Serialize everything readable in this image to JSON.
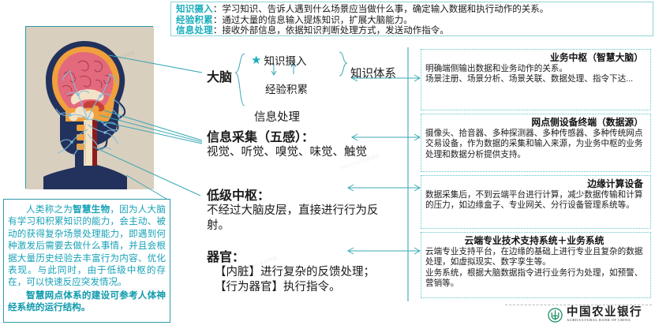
{
  "top_definitions": [
    {
      "term": "知识摄入",
      "text": "学习知识、告诉人遇到什么场景应当做什么事，确定输入数据和执行动作的关系。"
    },
    {
      "term": "经验积累",
      "text": "通过大量的信息输入提炼知识，扩展大脑能力。"
    },
    {
      "term": "信息处理",
      "text": "接收外部信息，依据知识判断处理方式，发送动作指令。"
    }
  ],
  "middle": {
    "brain_label": "大脑",
    "brace_items": [
      {
        "label": "知识摄入",
        "starred": true
      },
      {
        "label": "经验积累",
        "starred": false
      },
      {
        "label": "信息处理",
        "starred": false
      }
    ],
    "knowledge_system": "知识体系",
    "sense": {
      "head": "信息采集（五感）：",
      "body": "视觉、听觉、嗅觉、味觉、触觉"
    },
    "low_center": {
      "head": "低级中枢：",
      "body": "不经过大脑皮层，直接进行行为反射。"
    },
    "organ": {
      "head": "器官：",
      "line1": "【内脏】进行复杂的反馈处理；",
      "line2": "【行为器官】执行指令。"
    }
  },
  "right_boxes": [
    {
      "title": "业务中枢（智慧大脑）",
      "body": "明确端侧输出数据和业务动作的关系。\n场景注册、场景分析、场景关联、数据处理、指令下达..."
    },
    {
      "title": "网点侧设备终端（数据源）",
      "body": "摄像头、拾音器、多种探测器、多种传感器、多种传统网点交易设备，作为数据的采集和输入来源，为业务中枢的业务处理和数据分析提供支持。"
    },
    {
      "title": "边缘计算设备",
      "body": "数据采集后，不到云端平台进行计算，减少数据传输和计算的压力，如边缘盒子、专业网关、分行设备管理系统等。"
    },
    {
      "title": "云端专业技术支持系统＋业务系统",
      "body": "云端专业支持平台，在边缘的基础上进行专业且复杂的数据处理，如虚拟现实、数字孪生等。\n业务系统，根据大脑数据指令进行业务行为处理，如预警、营销等。"
    }
  ],
  "paragraph": {
    "lead": "人类称之为",
    "bold1": "智慧生物",
    "rest": "，因为人大脑有学习和积累知识的能力，会主动、被动的获得复杂场景处理能力，即遇到何种激发后需要去做什么事情，并且会根据大量历史经验去丰富行为内容、优化表现。与此同时，由于低级中枢的存在，可以快速反应突发情况。",
    "conclusion": "智慧网点体系的建设可参考人体神经系统的运行结构。"
  },
  "footer": {
    "logo_cn": "中国农业银行",
    "logo_en": "AGRICULTURAL BANK OF CHINA"
  },
  "colors": {
    "accent_teal": "#17aebc",
    "line_teal": "#3aa8b5",
    "dotted_border": "#5fc4d0",
    "brain_bg": "#d9cfbe",
    "logo_green": "#128b5a"
  }
}
